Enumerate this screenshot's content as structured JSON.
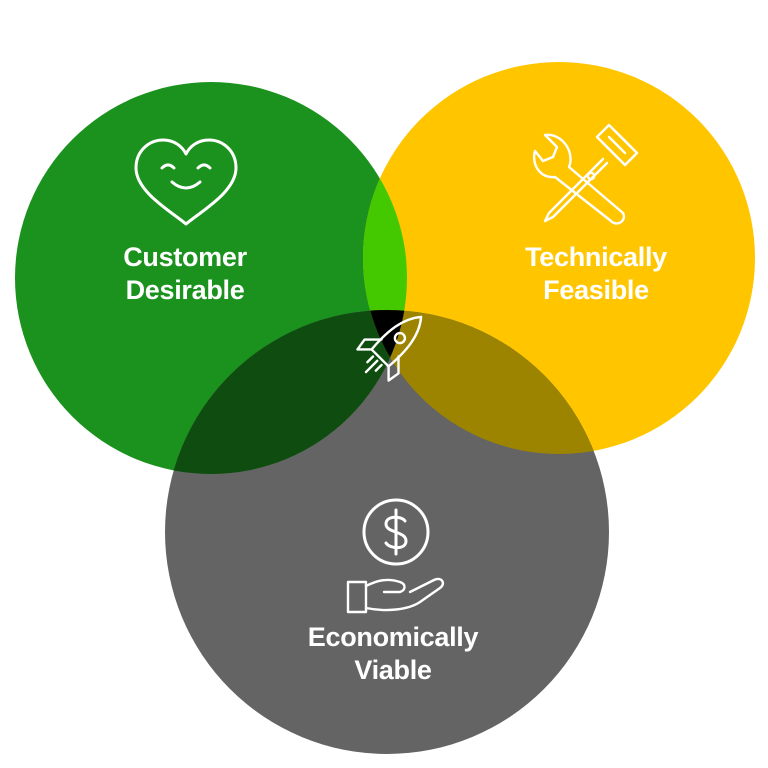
{
  "colors": {
    "background": "#ffffff",
    "desirable_circle": "#1a921d",
    "feasible_circle": "#ffc600",
    "viable_circle": "#646464",
    "overlap_desirable_feasible": "#44c800",
    "overlap_desirable_viable": "#0e4d0f",
    "overlap_feasible_viable": "#9c8400",
    "center_overlap": "#000000",
    "icon_and_text": "#ffffff"
  },
  "circles": [
    {
      "id": "desirable",
      "label_lines": [
        "Customer",
        "Desirable"
      ],
      "icon": "smiling-heart-icon"
    },
    {
      "id": "feasible",
      "label_lines": [
        "Technically",
        "Feasible"
      ],
      "icon": "wrench-screwdriver-icon"
    },
    {
      "id": "viable",
      "label_lines": [
        "Economically",
        "Viable"
      ],
      "icon": "dollar-coin-hand-icon"
    }
  ],
  "center": {
    "icon": "rocket-icon"
  }
}
